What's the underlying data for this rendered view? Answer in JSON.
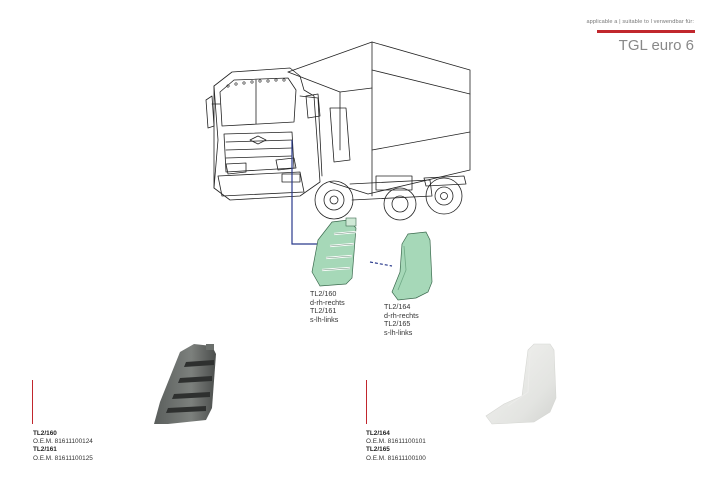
{
  "header": {
    "applicability_note": "applicable a | suitable to l verwendbar für:",
    "model": "TGL euro 6",
    "accent_color": "#c1272d"
  },
  "diagram": {
    "part_color": "#a6d8b8",
    "leader_color": "#2a3a8c",
    "callout_left": {
      "line1": "TL2/160",
      "line2": "d-rh-rechts",
      "line3": "TL2/161",
      "line4": "s-lh-links"
    },
    "callout_right": {
      "line1": "TL2/164",
      "line2": "d-rh-rechts",
      "line3": "TL2/165",
      "line4": "s-lh-links"
    }
  },
  "products": [
    {
      "part_rh": "TL2/160",
      "oem_rh": "O.E.M. 81611100124",
      "part_lh": "TL2/161",
      "oem_lh": "O.E.M. 81611100125"
    },
    {
      "part_rh": "TL2/164",
      "oem_rh": "O.E.M. 81611100101",
      "part_lh": "TL2/165",
      "oem_lh": "O.E.M. 81611100100"
    }
  ]
}
